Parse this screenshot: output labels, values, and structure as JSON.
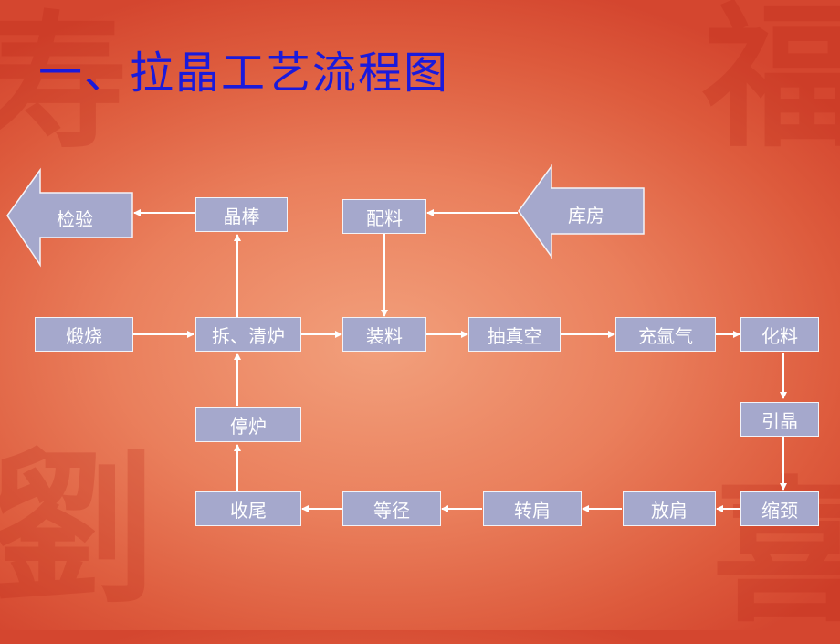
{
  "title": "一、拉晶工艺流程图",
  "colors": {
    "title": "#1a1adc",
    "node_fill": "#a5a8cc",
    "arrow": "#ffffff"
  },
  "big_arrows": {
    "left_label": "检验",
    "right_label": "库房"
  },
  "nodes": {
    "jingbang": "晶棒",
    "peiliao": "配料",
    "duanshao": "煅烧",
    "chai_qinglu": "拆、清炉",
    "zhuangliao": "装料",
    "chouzhenkong": "抽真空",
    "chongyaqi": "充氩气",
    "hualiao": "化料",
    "yinjing": "引晶",
    "suojing": "缩颈",
    "fangjian": "放肩",
    "zhuanjian": "转肩",
    "dengjing": "等径",
    "shouwei": "收尾",
    "tinglu": "停炉"
  }
}
